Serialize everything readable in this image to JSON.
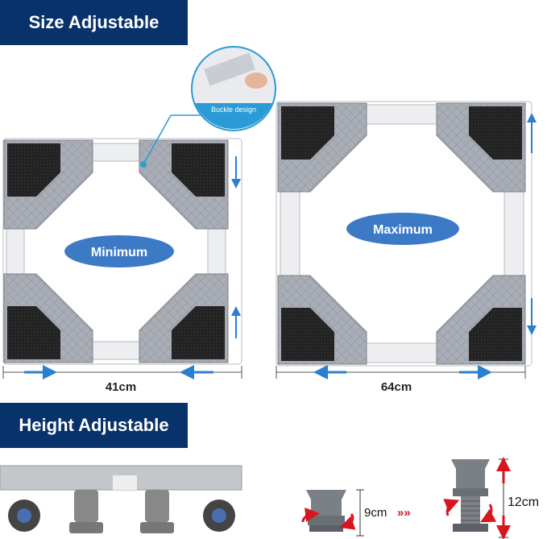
{
  "size_section": {
    "title": "Size Adjustable",
    "callout": "Buckle design",
    "minimum_label": "Minimum",
    "maximum_label": "Maximum",
    "min_width": "41cm",
    "max_width": "64cm"
  },
  "height_section": {
    "title": "Height Adjustable",
    "min_height": "9cm",
    "max_height": "12cm"
  },
  "colors": {
    "banner": "#08326a",
    "pill": "#3d7ac6",
    "arrow_blue": "#2a7fd0",
    "arrow_red": "#d7161e"
  }
}
